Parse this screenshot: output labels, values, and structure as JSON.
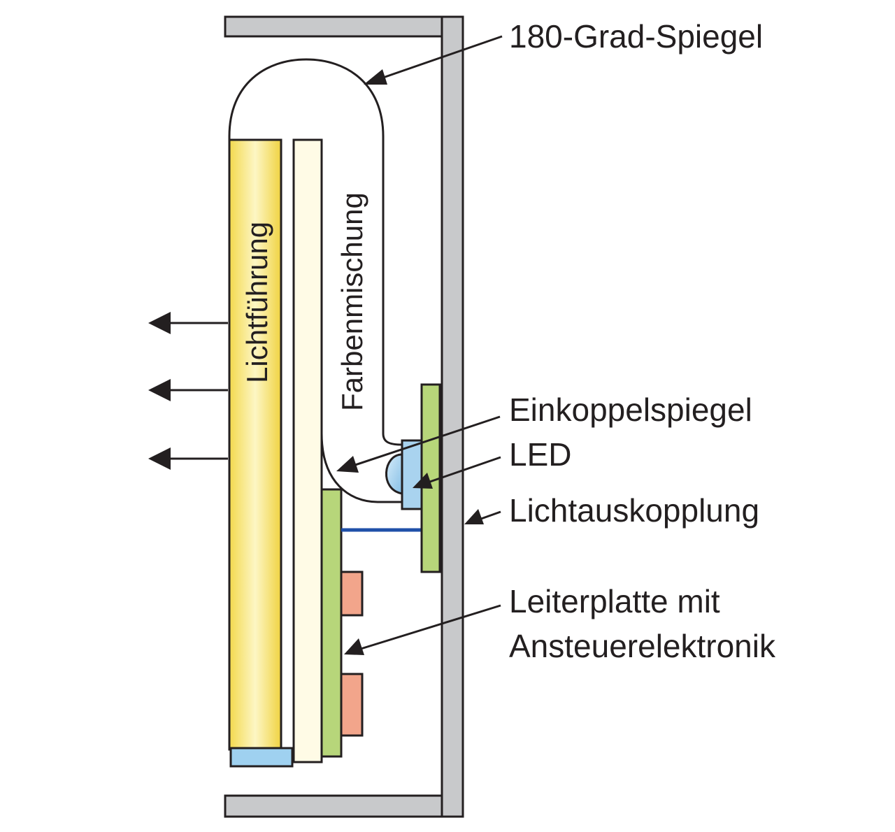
{
  "labels": {
    "mirror_180": "180-Grad-Spiegel",
    "coupling_mirror": "Einkoppelspiegel",
    "led": "LED",
    "light_outcoupling": "Lichtauskopplung",
    "pcb_line1": "Leiterplatte mit",
    "pcb_line2": "Ansteuerelektronik",
    "light_guide": "Lichtführung",
    "color_mixing": "Farbenmischung"
  },
  "colors": {
    "housing": "#c8c9cb",
    "housing_stroke": "#231f20",
    "light_guide_gradient": [
      "#f6e27a",
      "#fdf6c4",
      "#f3d94d"
    ],
    "mixing_plate": "#fffbe6",
    "pcb": "#b7d67a",
    "led": "#a9d3ef",
    "bottom_window": "#9fd1f0",
    "components": "#f2a58b",
    "wire": "#1f4fa8",
    "arrows": "#231f20"
  }
}
